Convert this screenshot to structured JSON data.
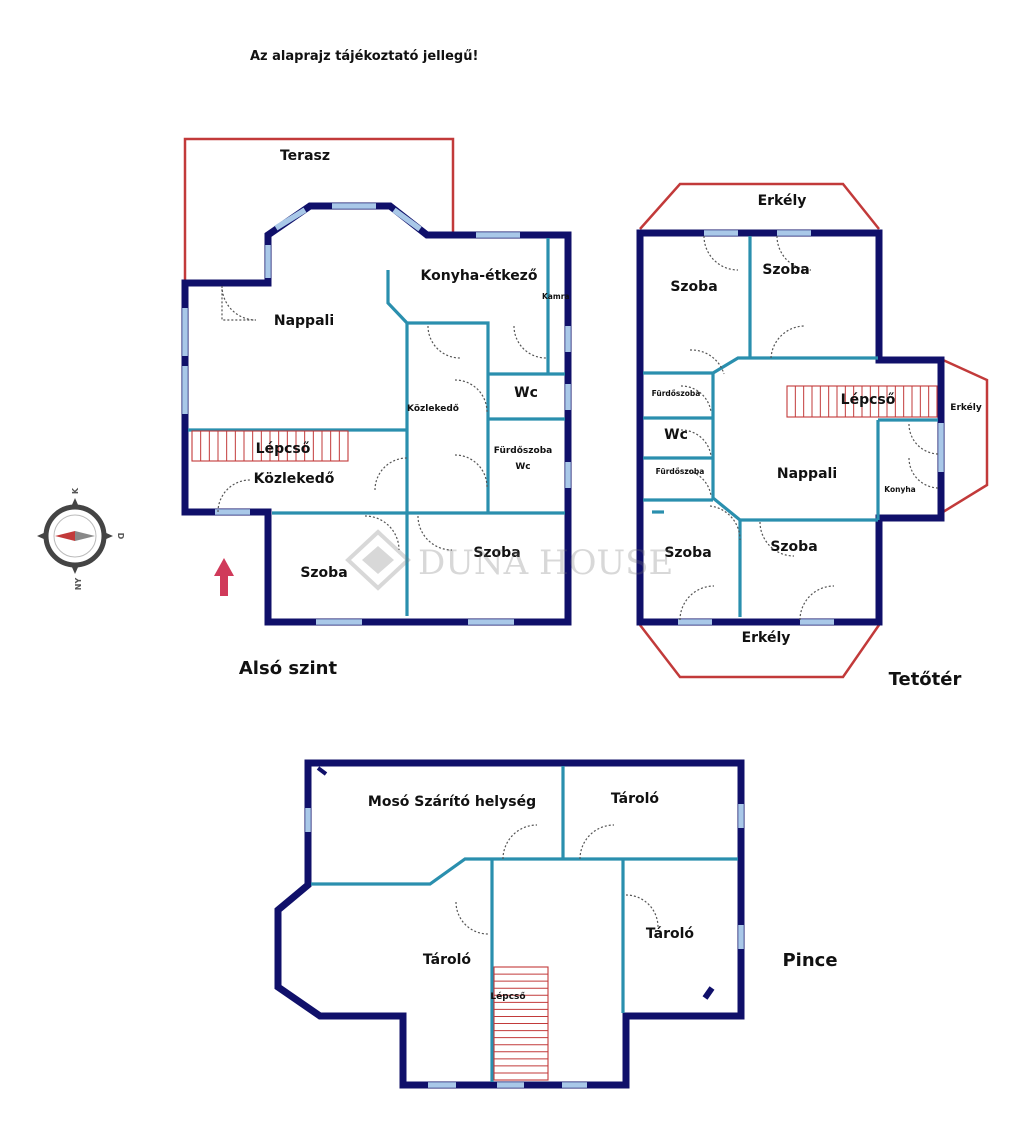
{
  "notice": "Az alaprajz tájékoztató jellegű!",
  "levels": {
    "ground": "Alsó szint",
    "attic": "Tetőtér",
    "basement": "Pince"
  },
  "ground_rooms": {
    "terasz": "Terasz",
    "nappali": "Nappali",
    "konyha": "Konyha-étkező",
    "kamra": "Kamra",
    "kozlekedo_v": "Közlekedő",
    "wc": "Wc",
    "furdo": "Fürdőszoba",
    "furdo_wc": "Wc",
    "lepcso": "Lépcső",
    "kozlekedo": "Közlekedő",
    "szoba_1": "Szoba",
    "szoba_2": "Szoba"
  },
  "attic_rooms": {
    "erkely_top": "Erkély",
    "szoba_1": "Szoba",
    "szoba_2": "Szoba",
    "furdo_1": "Fürdőszoba",
    "lepcso": "Lépcső",
    "erkely_right": "Erkély",
    "wc": "Wc",
    "nappali": "Nappali",
    "furdo_2": "Fürdőszoba",
    "konyha": "Konyha",
    "szoba_3": "Szoba",
    "szoba_4": "Szoba",
    "erkely_bottom": "Erkély"
  },
  "basement_rooms": {
    "moso": "Mosó Szárító helység",
    "tarolo_1": "Tároló",
    "tarolo_2": "Tároló",
    "tarolo_3": "Tároló",
    "lepcso": "Lépcső"
  },
  "compass": {
    "north": "K",
    "east": "D",
    "south": "NY"
  },
  "watermark": "DUNA HOUSE",
  "colors": {
    "outer_wall": "#10106a",
    "inner_wall": "#2a8fae",
    "window": "#a9c8e8",
    "terrace": "#c23a3a",
    "entrance_arrow": "#d03a5a"
  },
  "icons": {
    "compass": "compass-icon",
    "entrance": "entrance-arrow-icon",
    "watermark_logo": "duna-house-logo-icon"
  }
}
